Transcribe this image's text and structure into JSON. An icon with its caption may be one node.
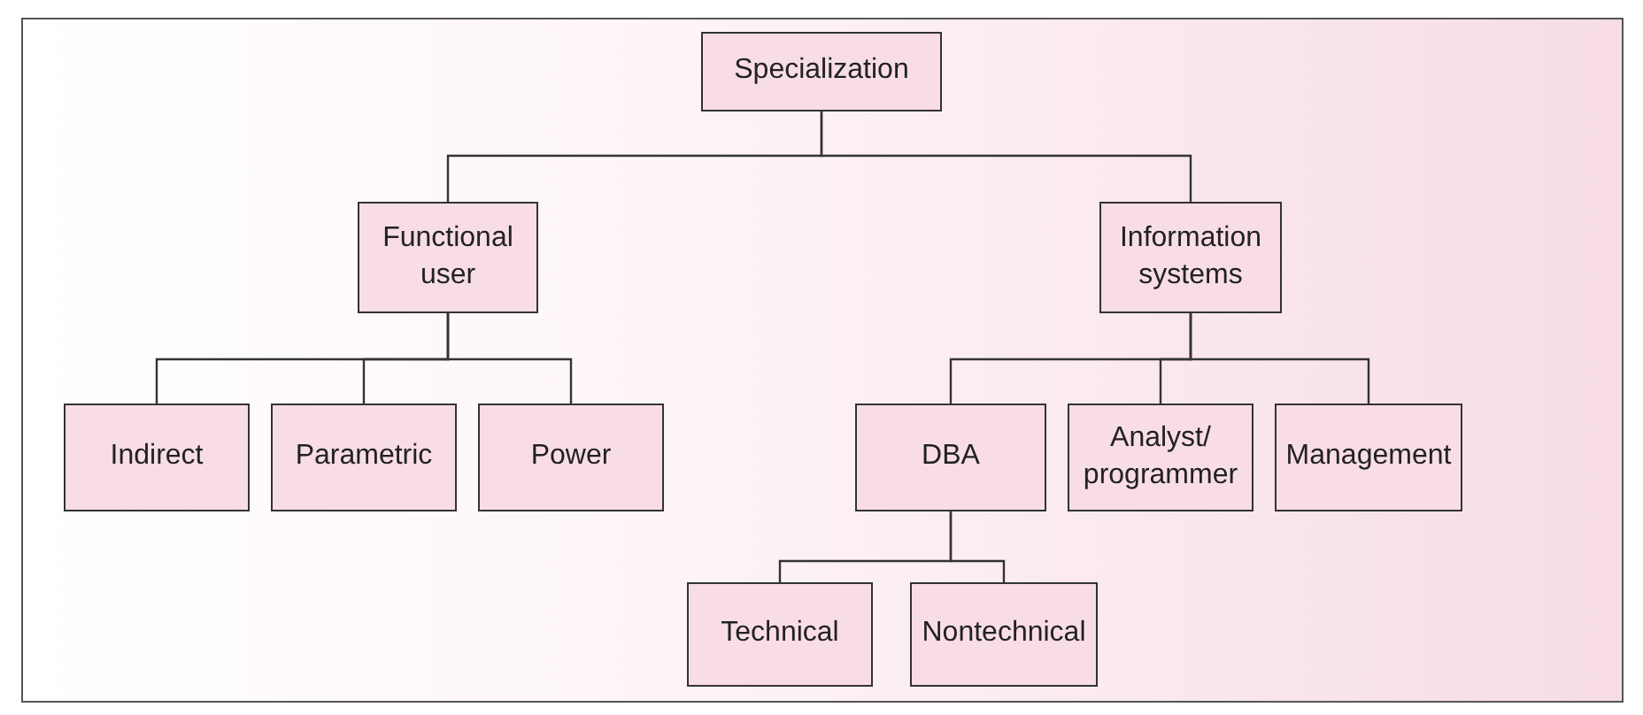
{
  "diagram": {
    "nodes": [
      {
        "text": [
          "Specialization"
        ]
      },
      {
        "text": [
          "Functional user"
        ]
      },
      {
        "text": [
          "Information systems"
        ]
      },
      {
        "text": [
          "Indirect"
        ]
      },
      {
        "text": [
          "Parametric"
        ]
      },
      {
        "text": [
          "Power"
        ]
      },
      {
        "text": [
          "DBA"
        ]
      },
      {
        "text": [
          "Analyst/ programmer"
        ]
      },
      {
        "text": [
          "Management"
        ]
      },
      {
        "text": [
          "Technical"
        ]
      },
      {
        "text": [
          "Nontechnical"
        ]
      }
    ],
    "edges": [
      {
        "from": 0,
        "to": 1,
        "arrow": "none"
      },
      {
        "from": 0,
        "to": 2,
        "arrow": "none"
      },
      {
        "from": 1,
        "to": 3,
        "arrow": "none"
      },
      {
        "from": 1,
        "to": 4,
        "arrow": "none"
      },
      {
        "from": 1,
        "to": 5,
        "arrow": "none"
      },
      {
        "from": 2,
        "to": 6,
        "arrow": "none"
      },
      {
        "from": 2,
        "to": 7,
        "arrow": "none"
      },
      {
        "from": 2,
        "to": 8,
        "arrow": "none"
      },
      {
        "from": 6,
        "to": 9,
        "arrow": "none"
      },
      {
        "from": 6,
        "to": 10,
        "arrow": "none"
      }
    ]
  }
}
